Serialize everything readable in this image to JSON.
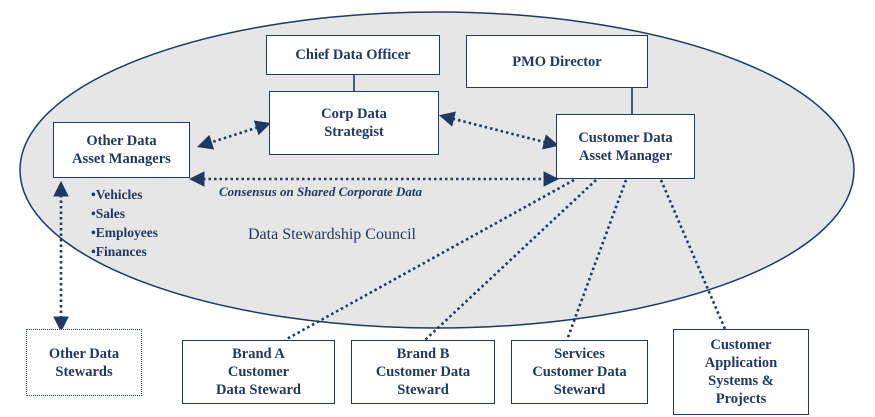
{
  "colors": {
    "line": "#1f3864",
    "ellipse_fill": "#e7e6e6",
    "text": "#1f3864"
  },
  "boxes": {
    "chief_data_officer": "Chief Data Officer",
    "pmo_director": "PMO Director",
    "corp_data_strategist": "Corp Data\nStrategist",
    "other_asset_managers": "Other Data\nAsset Managers",
    "customer_asset_manager": "Customer Data\nAsset Manager",
    "other_stewards": "Other Data\nStewards",
    "brand_a": "Brand A\nCustomer\nData Steward",
    "brand_b": "Brand B\nCustomer Data\nSteward",
    "services": "Services\nCustomer Data\nSteward",
    "customer_apps": "Customer\nApplication\nSystems &\nProjects"
  },
  "asset_list": [
    "•Vehicles",
    "•Sales",
    "•Employees",
    "•Finances"
  ],
  "consensus_label": "Consensus on Shared Corporate Data",
  "council_label": "Data Stewardship Council"
}
